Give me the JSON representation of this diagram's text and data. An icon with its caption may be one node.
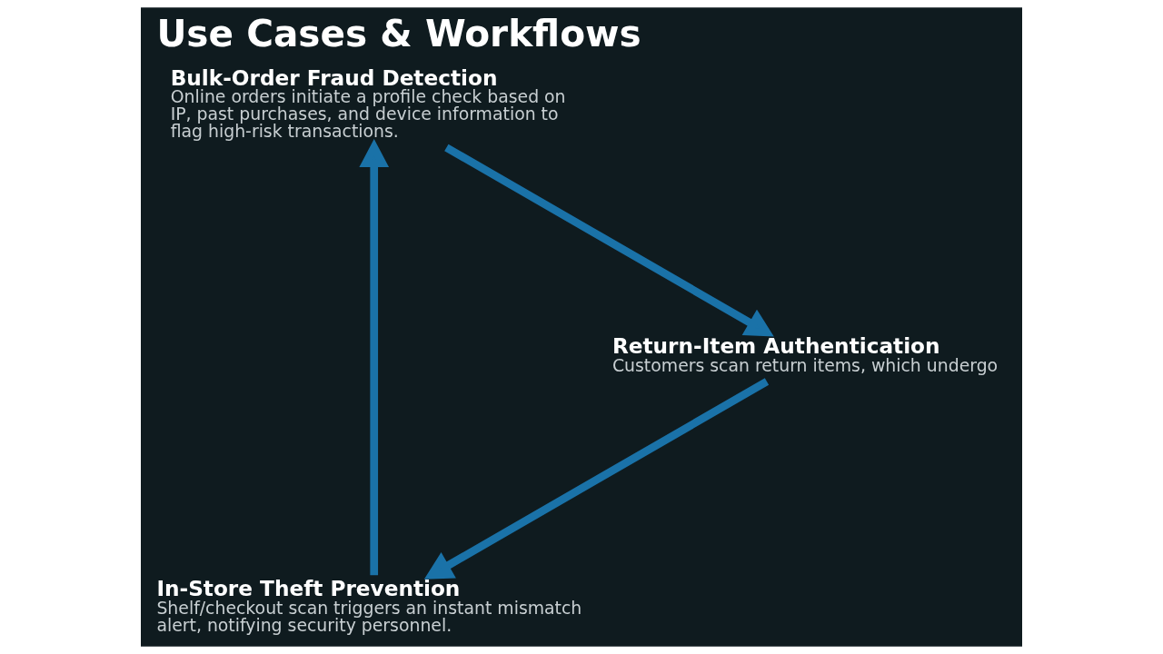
{
  "diagram": {
    "title": "Use Cases & Workflows",
    "nodes": [
      {
        "text": [
          "In-Store Theft Prevention",
          "Shelf/checkout scan triggers an instant mismatch alert, notifying security personnel."
        ]
      },
      {
        "text": [
          "Bulk-Order Fraud Detection",
          "Online orders initiate a profile check based on IP, past purchases, and device information to flag high-risk transactions."
        ]
      },
      {
        "text": [
          "Return-Item Authentication",
          "Customers scan return items, which undergo"
        ]
      }
    ],
    "edges": [
      {
        "from": 0,
        "to": 1,
        "arrow": "to"
      },
      {
        "from": 1,
        "to": 2,
        "arrow": "to"
      },
      {
        "from": 2,
        "to": 0,
        "arrow": "to"
      }
    ]
  }
}
